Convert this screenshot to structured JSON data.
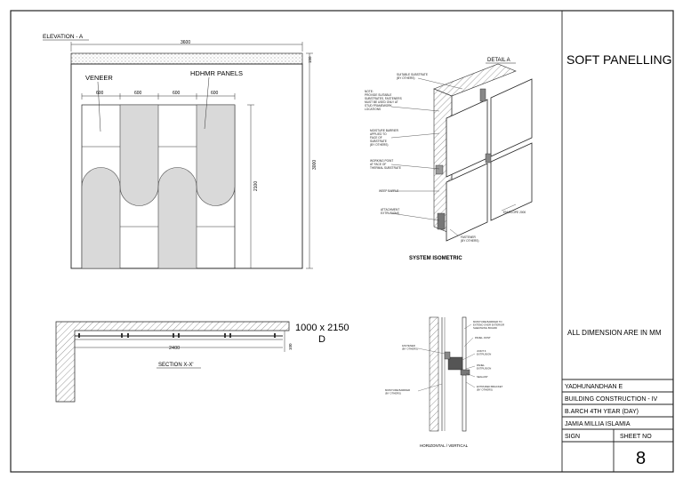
{
  "title_block": {
    "title": "SOFT PANELLING",
    "note": "ALL DIMENSION ARE IN MM",
    "student": "YADHUNANDHAN E",
    "subject": "BUILDING CONSTRUCTION - IV",
    "course": "B.ARCH 4TH YEAR (DAY)",
    "institution": "JAMIA MILLIA ISLAMIA",
    "sign_label": "SIGN",
    "sheet_label": "SHEET NO",
    "sheet_number": "8"
  },
  "elevation": {
    "heading": "ELEVATION - A",
    "width_dim": "3600",
    "top_dim": "150",
    "height_dim": "3000",
    "panel_height_dim": "2100",
    "module_dims": [
      "600",
      "600",
      "600",
      "600"
    ],
    "label_veneer": "VENEER",
    "label_panels": "HDHMR PANELS"
  },
  "detail_a": {
    "heading": "DETAIL A",
    "caption": "SYSTEM ISOMETRIC",
    "callouts": {
      "substrate": [
        "SUITABLE SUBSTRATE",
        "(BY OTHERS)"
      ],
      "note": [
        "NOTE:",
        "PROVIDE SUITABLE",
        "SUBSTRATES, FASTENERS",
        "MUST BE USED ONLY AT",
        "STUD FRAMEWORK",
        "LOCATIONS"
      ],
      "moisture": [
        "MOISTURE BARRIER",
        "APPLIED TO",
        "FACE OF",
        "SUBSTRATE",
        "(BY OTHERS)"
      ],
      "working": [
        "WORKING POINT",
        "AT FACE OF",
        "THERMAL SUBSTRATE"
      ],
      "weep": [
        "WEEP BAFFLE"
      ],
      "attachment": [
        "ATTACHMENT",
        "EXTRUSIONS"
      ],
      "fastener": [
        "FASTENER",
        "(BY OTHERS)"
      ],
      "envelope": [
        "ENVELOPE 2000"
      ]
    }
  },
  "section": {
    "heading": "SECTION X-X'",
    "width_dim": "2400",
    "depth_dim": "100"
  },
  "door_note": {
    "line1": "1000 x 2150",
    "line2": "D"
  },
  "plan_detail": {
    "caption": "HORIZONTAL / VERTICAL",
    "callouts_left": [
      [
        "FASTENER",
        "(BY OTHERS)"
      ],
      [
        "MOISTURE BARRIER",
        "(BY OTHERS)"
      ]
    ],
    "callouts_right": [
      [
        "MOISTURE BARRIER TO",
        "EXTEND OVER EXTERIOR",
        "SHEATHING BOARD"
      ],
      [
        "PANEL JOINT"
      ],
      [
        "JOINT 6",
        "EXTRUSION"
      ],
      [
        "PANEL",
        "EXTRUSION"
      ],
      [
        "SEALANT"
      ],
      [
        "EXTRUDED BRACKET",
        "(BY OTHERS)"
      ]
    ]
  }
}
